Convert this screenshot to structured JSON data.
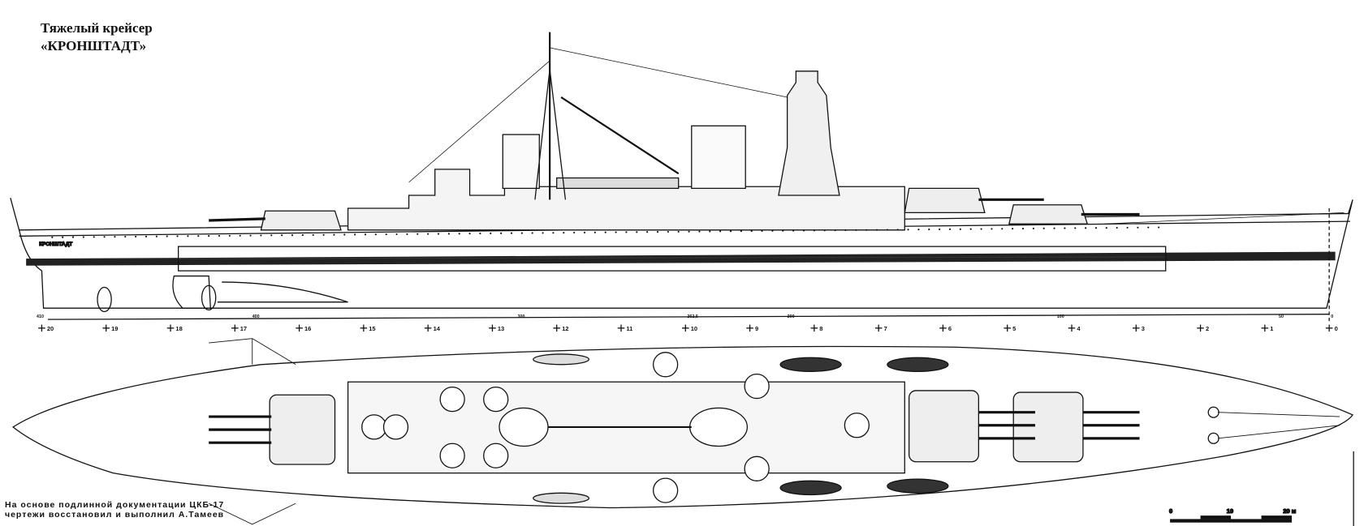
{
  "title": {
    "line1": "Тяжелый крейсер",
    "line2": "«КРОНШТАДТ»"
  },
  "hull_name": "КРОНШТАДТ",
  "credit": {
    "line1": "На основе подлинной документации ЦКБ-17",
    "line2": "чертежи восстановил и выполнил А.Тамеев"
  },
  "frame_stations": [
    "20",
    "19",
    "18",
    "17",
    "16",
    "15",
    "14",
    "13",
    "12",
    "11",
    "10",
    "9",
    "8",
    "7",
    "6",
    "5",
    "4",
    "3",
    "2",
    "1",
    "0"
  ],
  "ruler_marks": [
    "410",
    "400",
    "300",
    "262,5",
    "200",
    "100",
    "50",
    "0"
  ],
  "scale_bar": {
    "labels": [
      "0",
      "10",
      "20 м"
    ]
  },
  "colors": {
    "ink": "#111111",
    "paper": "#ffffff"
  }
}
